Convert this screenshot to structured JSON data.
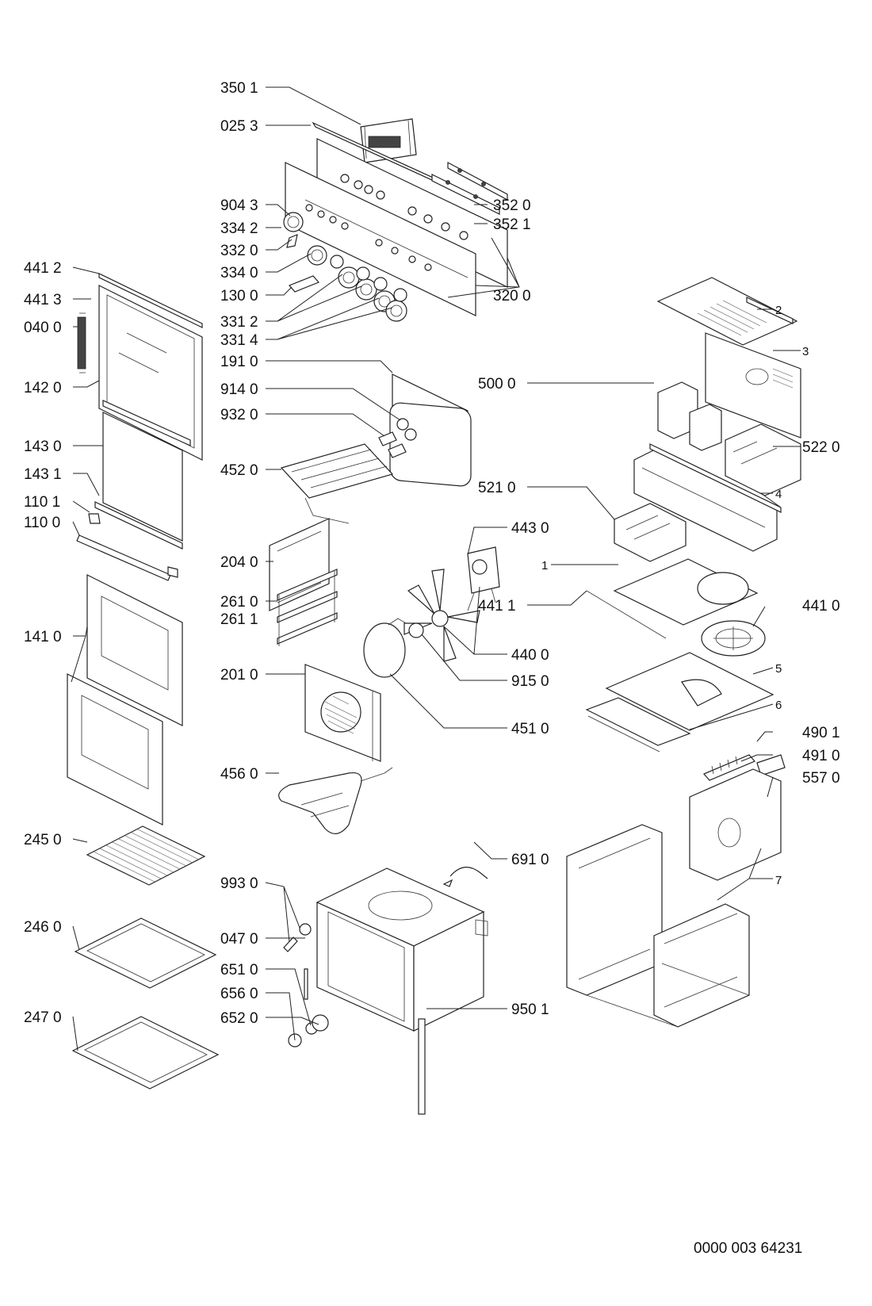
{
  "document_id": "0000 003 64231",
  "labels": {
    "p350_1": "350 1",
    "p025_3": "025 3",
    "p904_3": "904 3",
    "p334_2": "334 2",
    "p332_0": "332 0",
    "p334_0": "334 0",
    "p130_0": "130 0",
    "p331_2": "331 2",
    "p331_4": "331 4",
    "p352_0": "352 0",
    "p352_1": "352 1",
    "p320_0": "320 0",
    "p441_2": "441 2",
    "p441_3": "441 3",
    "p040_0": "040 0",
    "p142_0": "142 0",
    "p143_0": "143 0",
    "p143_1": "143 1",
    "p110_1": "110 1",
    "p110_0": "110 0",
    "p141_0": "141 0",
    "p245_0": "245 0",
    "p246_0": "246 0",
    "p247_0": "247 0",
    "p191_0": "191 0",
    "p914_0": "914 0",
    "p932_0": "932 0",
    "p452_0": "452 0",
    "p204_0": "204 0",
    "p261_0": "261 0",
    "p261_1": "261 1",
    "p201_0": "201 0",
    "p456_0": "456 0",
    "p993_0": "993 0",
    "p047_0": "047 0",
    "p651_0": "651 0",
    "p656_0": "656 0",
    "p652_0": "652 0",
    "p443_0": "443 0",
    "p440_0": "440 0",
    "p915_0": "915 0",
    "p451_0": "451 0",
    "p691_0": "691 0",
    "p950_1": "950 1",
    "p500_0": "500 0",
    "p522_0": "522 0",
    "p521_0": "521 0",
    "p441_1": "441 1",
    "p441_0": "441 0",
    "p490_1": "490 1",
    "p491_0": "491 0",
    "p557_0": "557 0",
    "n1": "1",
    "n2": "2",
    "n3": "3",
    "n4": "4",
    "n5": "5",
    "n6": "6",
    "n7": "7"
  }
}
